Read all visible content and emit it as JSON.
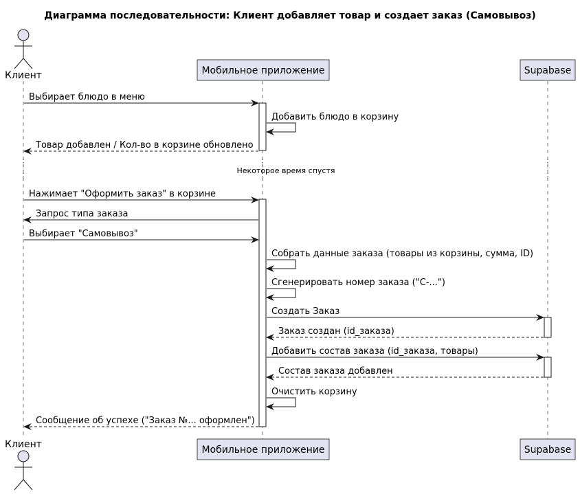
{
  "title": "Диаграмма последовательности: Клиент добавляет товар и создает заказ (Самовывоз)",
  "colors": {
    "box_fill": "#e2e2f0",
    "box_stroke": "#181818",
    "line": "#181818",
    "lifeline": "#181818",
    "activation_fill": "#ffffff"
  },
  "participants": [
    {
      "id": "client",
      "label": "Клиент",
      "type": "actor"
    },
    {
      "id": "app",
      "label": "Мобильное приложение",
      "type": "participant"
    },
    {
      "id": "db",
      "label": "Supabase",
      "type": "participant"
    }
  ],
  "divider": {
    "label": "Некоторое время спустя"
  },
  "messages": [
    {
      "from": "client",
      "to": "app",
      "label": "Выбирает блюдо в меню",
      "style": "solid"
    },
    {
      "from": "app",
      "to": "app",
      "label": "Добавить блюдо в корзину",
      "style": "self"
    },
    {
      "from": "app",
      "to": "client",
      "label": "Товар добавлен / Кол-во в корзине обновлено",
      "style": "dashed"
    },
    {
      "from": "client",
      "to": "app",
      "label": "Нажимает \"Оформить заказ\" в корзине",
      "style": "solid"
    },
    {
      "from": "app",
      "to": "client",
      "label": "Запрос типа заказа",
      "style": "solid"
    },
    {
      "from": "client",
      "to": "app",
      "label": "Выбирает \"Самовывоз\"",
      "style": "solid"
    },
    {
      "from": "app",
      "to": "app",
      "label": "Собрать данные заказа (товары из корзины, сумма, ID)",
      "style": "self"
    },
    {
      "from": "app",
      "to": "app",
      "label": "Сгенерировать номер заказа (\"C-...\")",
      "style": "self"
    },
    {
      "from": "app",
      "to": "db",
      "label": "Создать Заказ",
      "style": "solid"
    },
    {
      "from": "db",
      "to": "app",
      "label": "Заказ создан (id_заказа)",
      "style": "dashed"
    },
    {
      "from": "app",
      "to": "db",
      "label": "Добавить состав заказа (id_заказа, товары)",
      "style": "solid"
    },
    {
      "from": "db",
      "to": "app",
      "label": "Состав заказа добавлен",
      "style": "dashed"
    },
    {
      "from": "app",
      "to": "app",
      "label": "Очистить корзину",
      "style": "self"
    },
    {
      "from": "app",
      "to": "client",
      "label": "Сообщение об успехе (\"Заказ №... оформлен\")",
      "style": "dashed"
    }
  ]
}
